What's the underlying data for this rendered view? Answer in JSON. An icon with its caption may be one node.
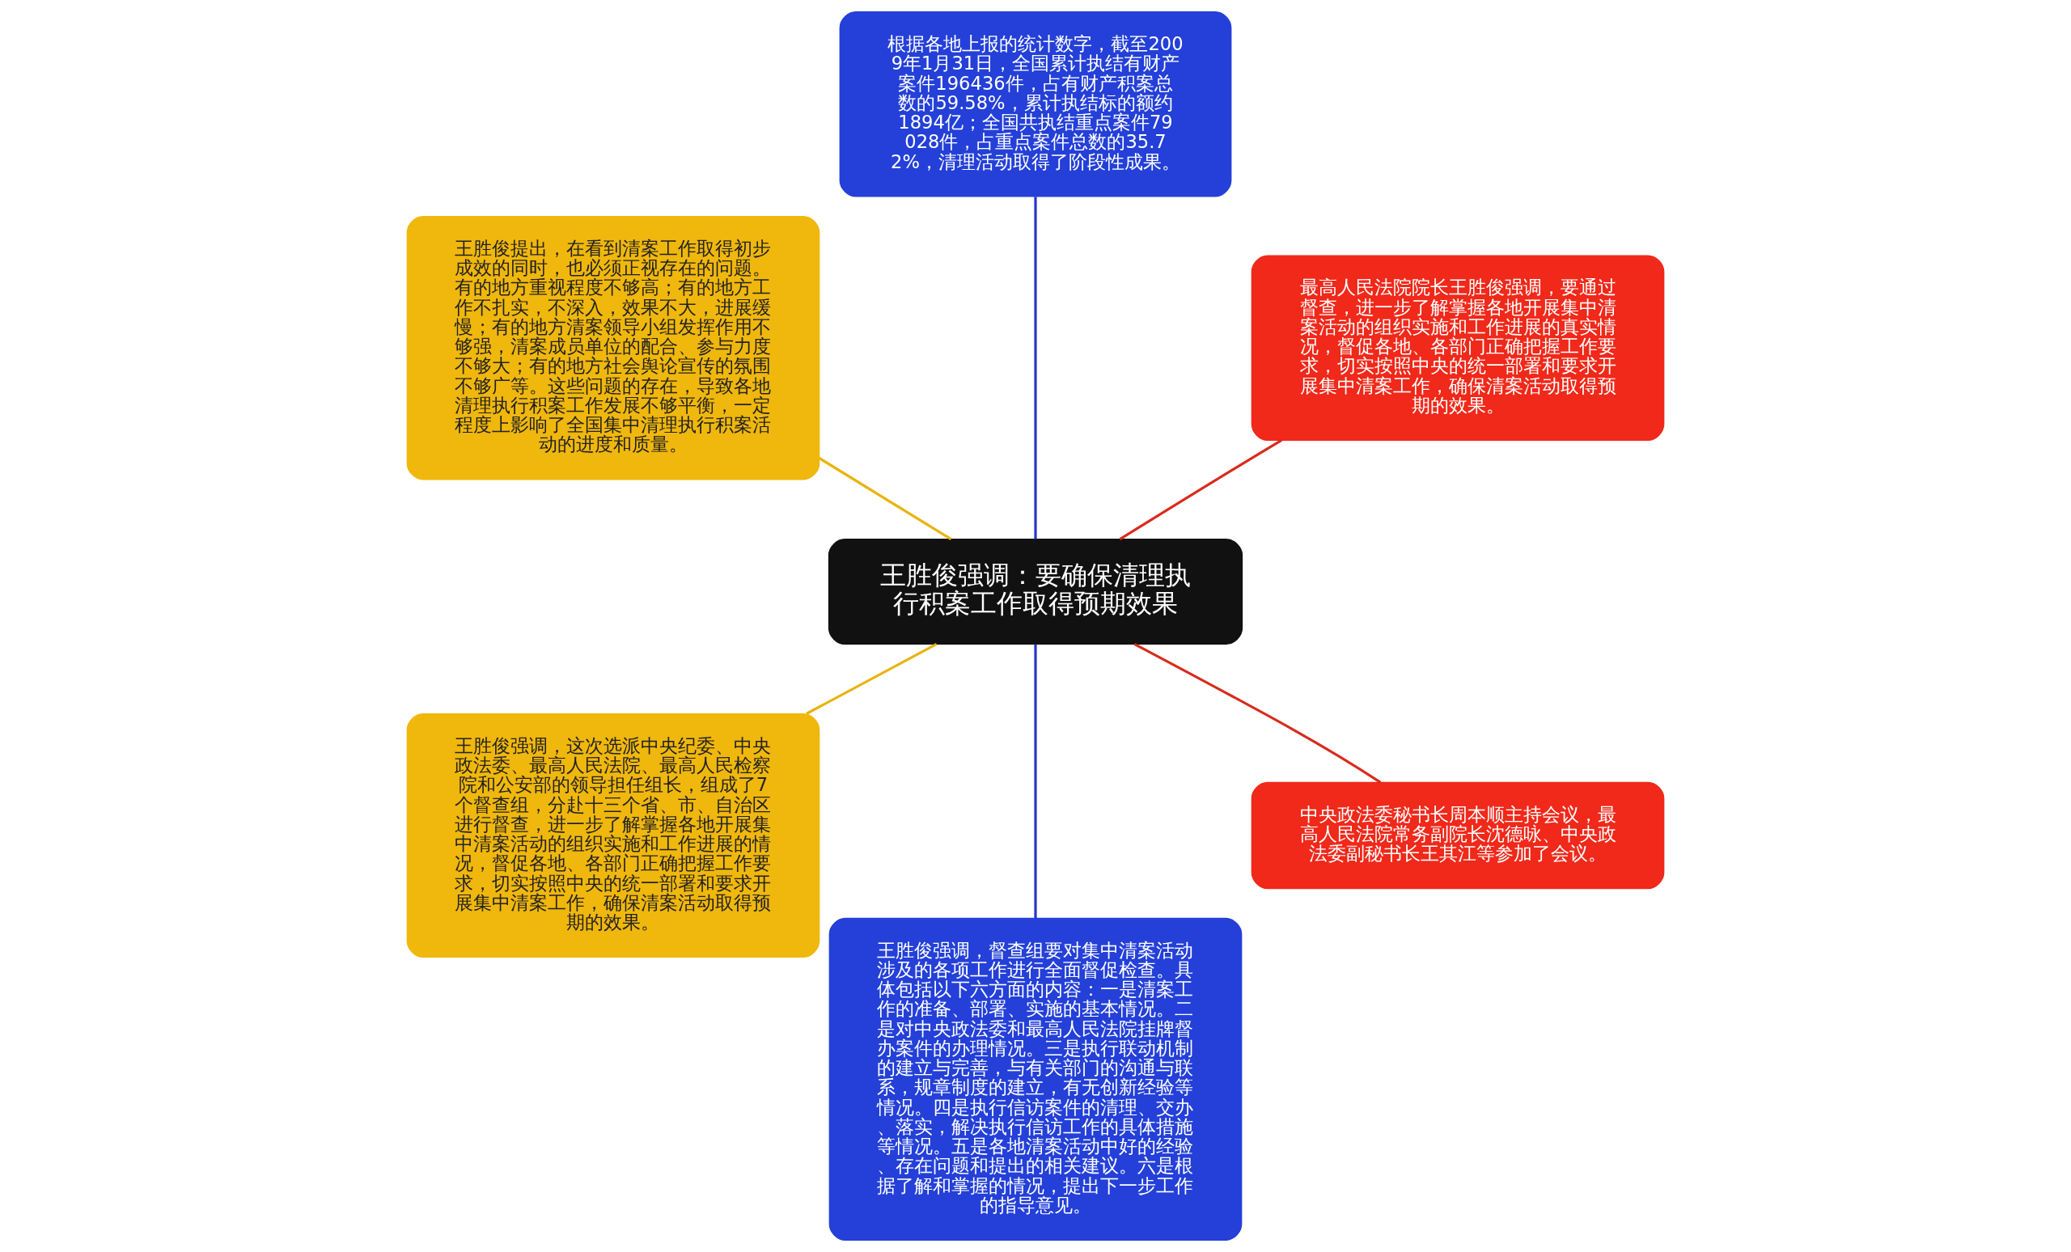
{
  "diagram": {
    "nodes": [
      {
        "text": [
          "王胜俊强调：要确保清理执行积案工作取得预期效果"
        ]
      },
      {
        "text": [
          "最高人民法院院长王胜俊强调，要通过督查，进一步了解掌握各地开展集中清案活动的组织实施和工作进展的真实情况，督促各地、各部门正确把握工作要求，切实按照中央的统一部署和要求开展集中清案工作，确保清案活动取得预期的效果。"
        ]
      },
      {
        "text": [
          "根据各地上报的统计数字，截至2009年1月31日，全国累计执结有财产案件196436件，占有财产积案总数的59.58%，累计执结标的额约1894亿；全国共执结重点案件79028件，占重点案件总数的35.72%，清理活动取得了阶段性成果。"
        ]
      },
      {
        "text": [
          "王胜俊提出，在看到清案工作取得初步成效的同时，也必须正视存在的问题。有的地方重视程度不够高；有的地方工作不扎实，不深入，效果不大，进展缓慢；有的地方清案领导小组发挥作用不够强，清案成员单位的配合、参与力度不够大；有的地方社会舆论宣传的氛围不够广等。这些问题的存在，导致各地清理执行积案工作发展不够平衡，一定程度上影响了全国集中清理执行积案活动的进度和质量。"
        ]
      },
      {
        "text": [
          "王胜俊强调，这次选派中央纪委、中央政法委、最高人民法院、最高人民检察院和公安部的领导担任组长，组成了7个督查组，分赴十三个省、市、自治区进行督查，进一步了解掌握各地开展集中清案活动的组织实施和工作进展的情况，督促各地、各部门正确把握工作要求，切实按照中央的统一部署和要求开展集中清案工作，确保清案活动取得预期的效果。"
        ]
      },
      {
        "text": [
          "王胜俊强调，督查组要对集中清案活动涉及的各项工作进行全面督促检查。具体包括以下六方面的内容：一是清案工作的准备、部署、实施的基本情况。二是对中央政法委和最高人民法院挂牌督办案件的办理情况。三是执行联动机制的建立与完善，与有关部门的沟通与联系，规章制度的建立，有无创新经验等情况。四是执行信访案件的清理、交办、落实，解决执行信访工作的具体措施等情况。五是各地清案活动中好的经验、存在问题和提出的相关建议。六是根据了解和掌握的情况，提出下一步工作的指导意见。"
        ]
      },
      {
        "text": [
          "中央政法委秘书长周本顺主持会议，最高人民法院常务副院长沈德咏、中央政法委副秘书长王其江等参加了会议。"
        ]
      }
    ],
    "edges": [
      {
        "from": 0,
        "to": 1,
        "arrow": "none",
        "color": "#d92b1c"
      },
      {
        "from": 0,
        "to": 2,
        "arrow": "none",
        "color": "#2438c8"
      },
      {
        "from": 0,
        "to": 3,
        "arrow": "none",
        "color": "#e8b410"
      },
      {
        "from": 0,
        "to": 4,
        "arrow": "none",
        "color": "#e8b410"
      },
      {
        "from": 0,
        "to": 5,
        "arrow": "none",
        "color": "#2438c8"
      },
      {
        "from": 0,
        "to": 6,
        "arrow": "none",
        "color": "#d92b1c"
      }
    ]
  }
}
